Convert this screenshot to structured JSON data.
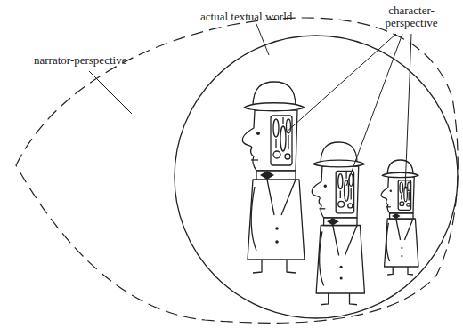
{
  "diagram": {
    "nodes": [
      {
        "text": [
          "narrator-perspective"
        ]
      },
      {
        "text": [
          "actual textual world"
        ],
        "in": 0
      }
    ],
    "labels": [
      "character-perspective"
    ]
  }
}
